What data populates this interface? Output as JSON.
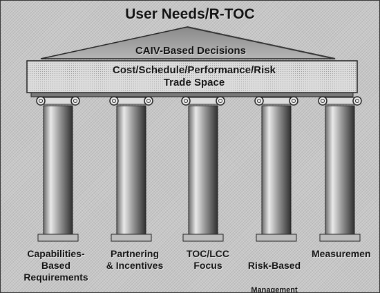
{
  "title": "User Needs/R-TOC",
  "roof_label": "CAIV-Based Decisions",
  "beam_label": "Cost/Schedule/Performance/Risk\nTrade Space",
  "pillars": [
    {
      "label": "Capabilities-\nBased\nRequirements"
    },
    {
      "label": "Partnering\n& Incentives"
    },
    {
      "label": "TOC/LCC\nFocus"
    },
    {
      "label": "Risk-Based",
      "label_line2": "Management"
    },
    {
      "label": "Measuremen"
    }
  ]
}
